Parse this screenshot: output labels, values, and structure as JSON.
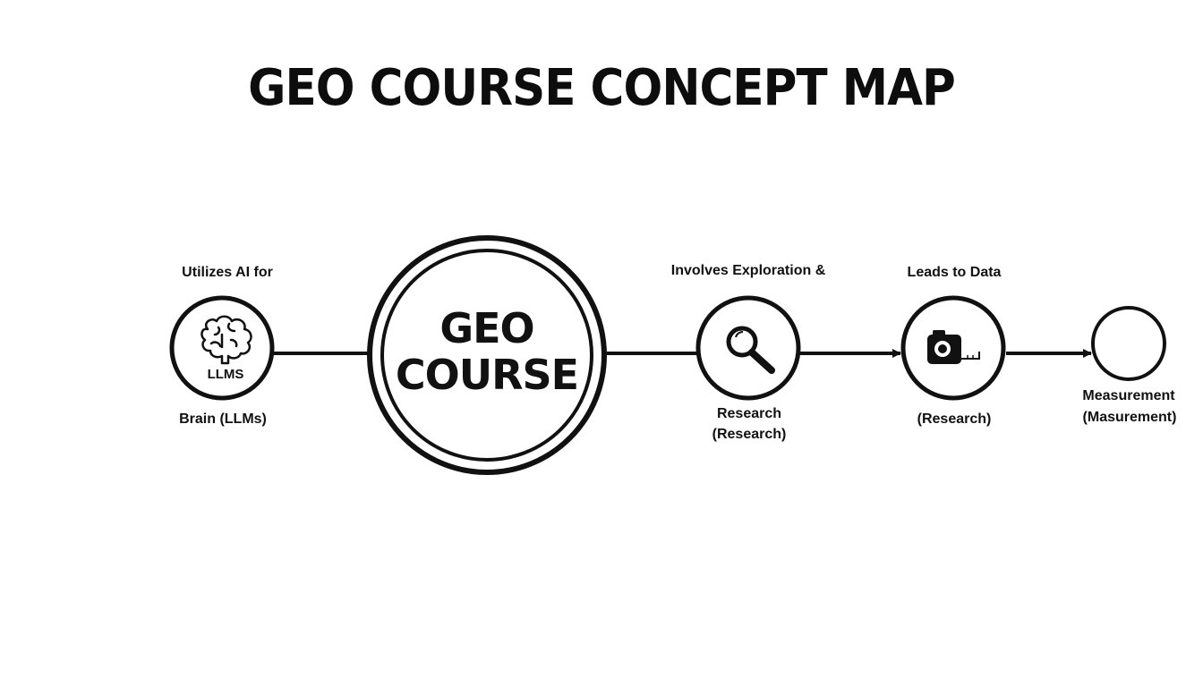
{
  "title": "GEO COURSE CONCEPT MAP",
  "center": {
    "line1": "GEO",
    "line2": "COURSE"
  },
  "nodes": [
    {
      "id": "llms",
      "icon": "brain-icon",
      "inner_label": "LLMS",
      "top_label": "Utilizes AI for",
      "bottom_label": "Brain (LLMs)"
    },
    {
      "id": "research",
      "icon": "magnifying-glass-icon",
      "top_label": "Involves Exploration &",
      "bottom_label_1": "Research",
      "bottom_label_2": "(Research)"
    },
    {
      "id": "data",
      "icon": "camera-tape-measure-icon",
      "top_label": "Leads to Data",
      "bottom_label": "(Research)"
    },
    {
      "id": "measurement",
      "icon": "empty-circle",
      "bottom_label_1": "Measurement",
      "bottom_label_2": "(Masurement)"
    }
  ],
  "colors": {
    "stroke": "#111111",
    "background": "#ffffff"
  }
}
